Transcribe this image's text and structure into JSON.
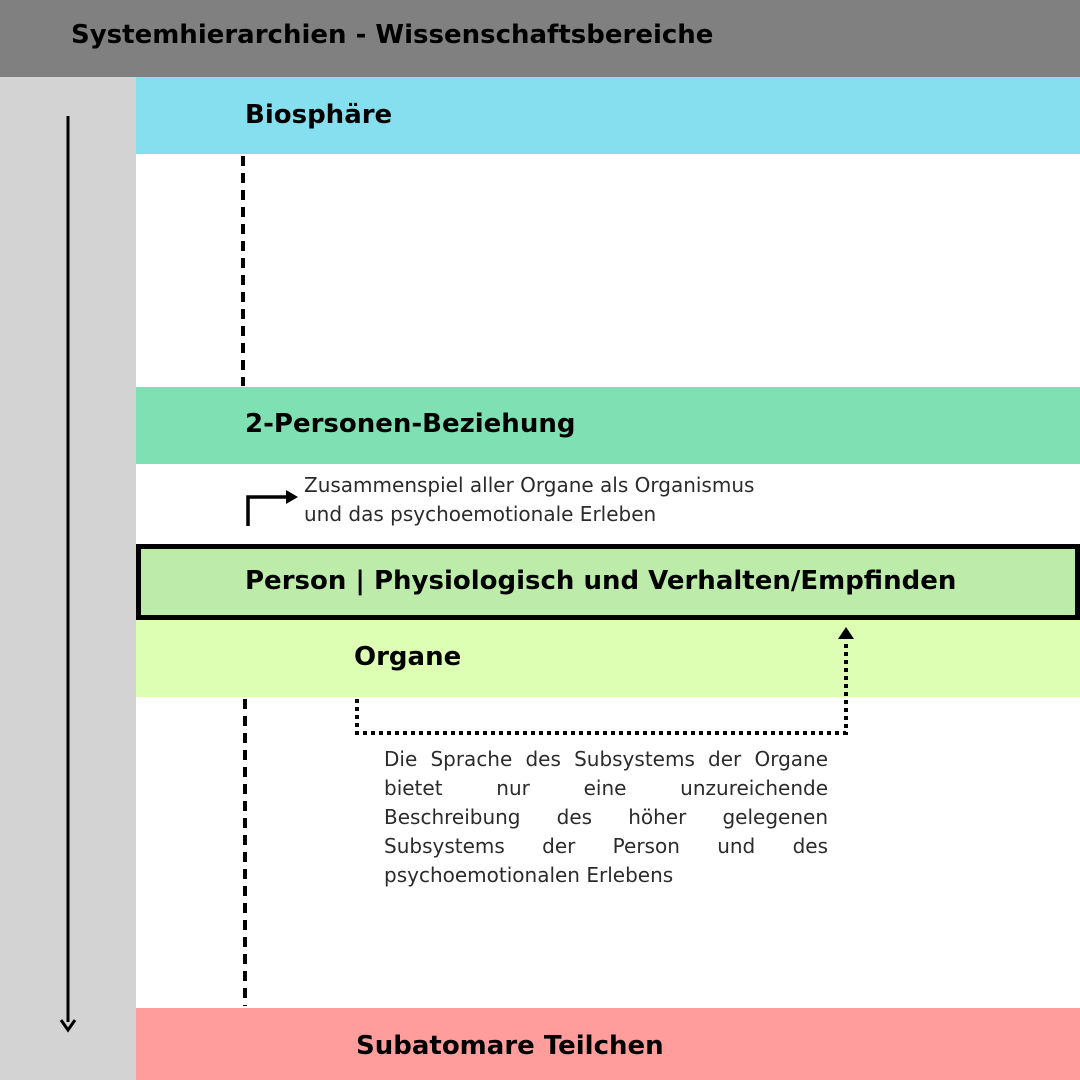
{
  "header": {
    "title": "Systemhierarchien - Wissenschaftsbereiche"
  },
  "levels": [
    {
      "label": "Biosphäre",
      "color": "#86dfee"
    },
    {
      "label": "2-Personen-Beziehung",
      "color": "#7fe0b4"
    },
    {
      "label": "Person | Physiologisch und Verhalten/Empfinden",
      "color": "#bdecaa",
      "highlighted": true
    },
    {
      "label": "Organe",
      "color": "#dcffb3"
    },
    {
      "label": "Subatomare Teilchen",
      "color": "#ff9c9c"
    }
  ],
  "annotations": {
    "emergence_note": {
      "lines": [
        "Zusammenspiel aller Organe als Organismus",
        "und das psychoemotionale Erleben"
      ]
    },
    "language_note": "Die Sprache  des Subsystems der Organe bietet nur eine unzureichende Beschreibung des höher gelegenen Subsystems der Person und des psychoemotionalen Erlebens"
  },
  "colors": {
    "header": "#808080",
    "left_bar": "#d3d3d3",
    "arrows": "#000000"
  }
}
